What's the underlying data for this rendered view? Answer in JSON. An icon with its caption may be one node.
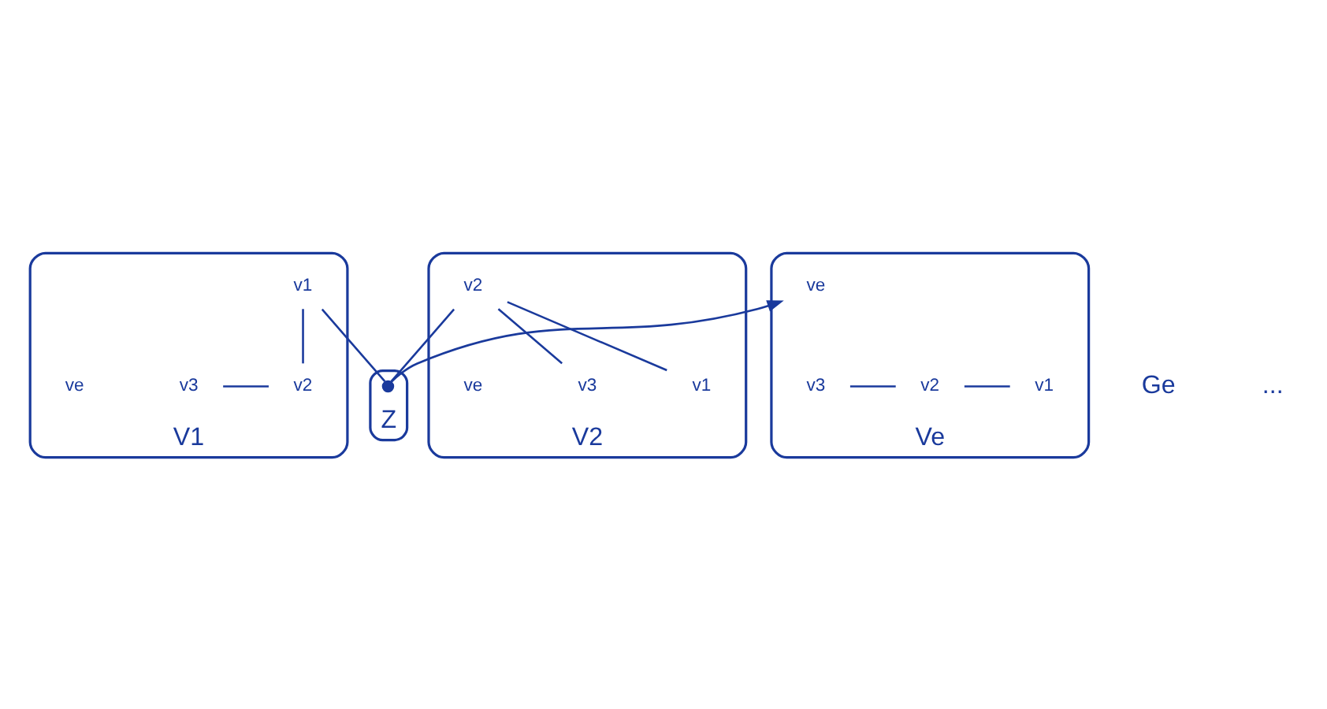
{
  "diagram": {
    "nodes": [
      {
        "text": [
          "V1"
        ]
      },
      {
        "text": [
          "v1"
        ],
        "in": 0
      },
      {
        "text": [
          "v2"
        ],
        "in": 0
      },
      {
        "text": [
          "v3"
        ],
        "in": 0
      },
      {
        "text": [
          "ve"
        ],
        "in": 0
      },
      {
        "text": [
          "V2"
        ]
      },
      {
        "text": [
          "v1"
        ],
        "in": 5
      },
      {
        "text": [
          "v2"
        ],
        "in": 5
      },
      {
        "text": [
          "v3"
        ],
        "in": 5
      },
      {
        "text": [
          "ve"
        ],
        "in": 5
      },
      {
        "text": [
          "Ve"
        ]
      },
      {
        "text": [
          "v1"
        ],
        "in": 10
      },
      {
        "text": [
          "v2"
        ],
        "in": 10
      },
      {
        "text": [
          "v3"
        ],
        "in": 10
      },
      {
        "text": [
          "ve"
        ],
        "in": 10
      },
      {
        "text": [
          "Z"
        ]
      },
      {
        "text": [],
        "shape": "circle",
        "in": 15
      }
    ],
    "edges": [
      {
        "from": 1,
        "to": 2,
        "arrow": "none"
      },
      {
        "from": 2,
        "to": 3,
        "arrow": "none"
      },
      {
        "from": 6,
        "to": 7,
        "arrow": "none"
      },
      {
        "from": 7,
        "to": 8,
        "arrow": "none"
      },
      {
        "from": 11,
        "to": 12,
        "arrow": "none"
      },
      {
        "from": 12,
        "to": 13,
        "arrow": "none"
      },
      {
        "from": 16,
        "to": 1,
        "arrow": "none"
      },
      {
        "from": 16,
        "to": 7,
        "arrow": "none"
      },
      {
        "from": 16,
        "to": 14,
        "arrow": "to"
      }
    ],
    "labels": [
      "Ge",
      "..."
    ]
  }
}
